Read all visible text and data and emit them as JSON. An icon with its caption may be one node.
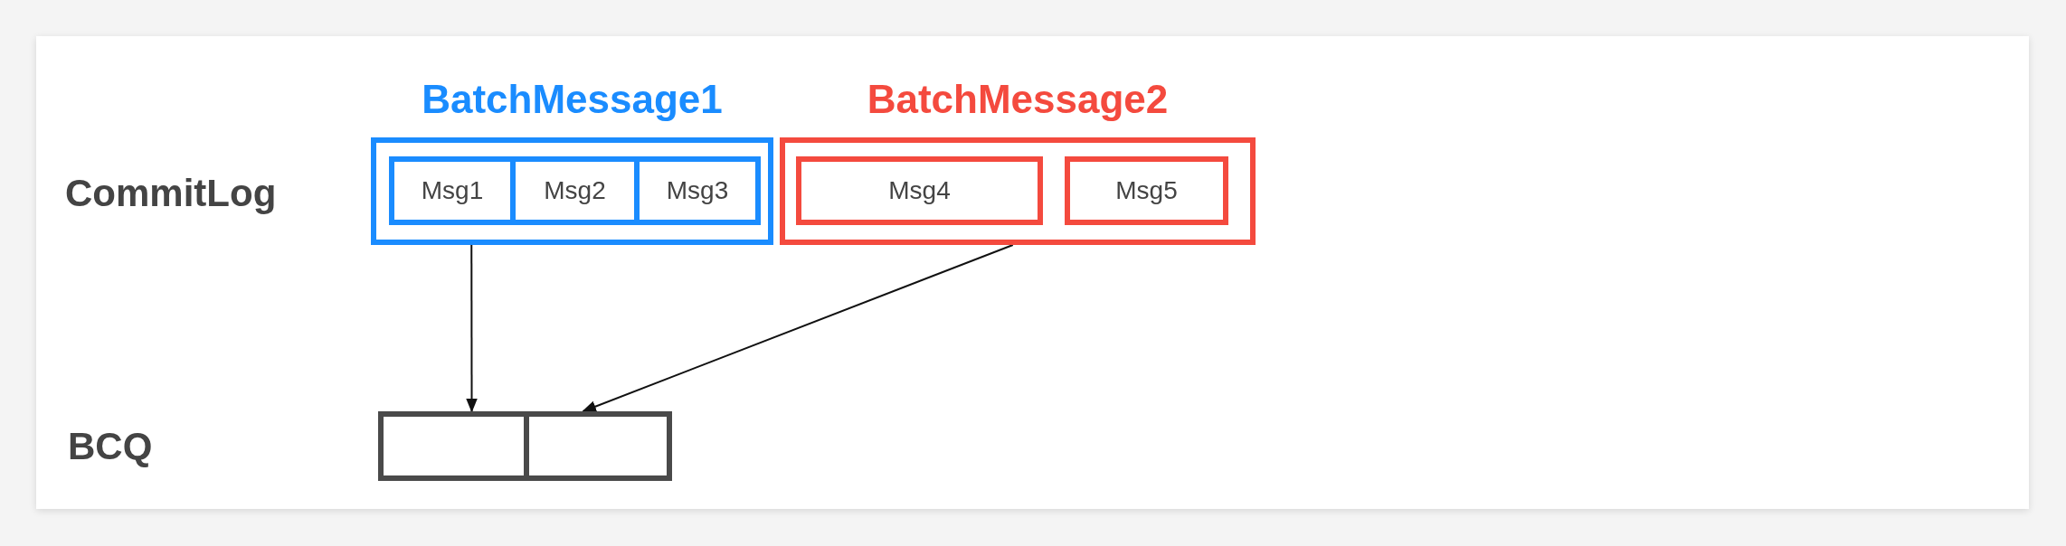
{
  "diagram": {
    "nodes": [
      {
        "text": [
          "BatchMessage1"
        ]
      },
      {
        "text": [
          "Msg1"
        ],
        "in": 0
      },
      {
        "text": [
          "Msg2"
        ],
        "in": 0
      },
      {
        "text": [
          "Msg3"
        ],
        "in": 0
      },
      {
        "text": [
          "BatchMessage2"
        ]
      },
      {
        "text": [
          "Msg4"
        ],
        "in": 4
      },
      {
        "text": [
          "Msg5"
        ],
        "in": 4
      },
      {
        "text": [],
        "shape": "box"
      },
      {
        "text": [],
        "shape": "box"
      }
    ],
    "edges": [
      {
        "from": 0,
        "to": 7,
        "arrow": "to"
      },
      {
        "from": 4,
        "to": 8,
        "arrow": "to"
      }
    ],
    "labels": [
      "CommitLog",
      "BCQ"
    ]
  }
}
